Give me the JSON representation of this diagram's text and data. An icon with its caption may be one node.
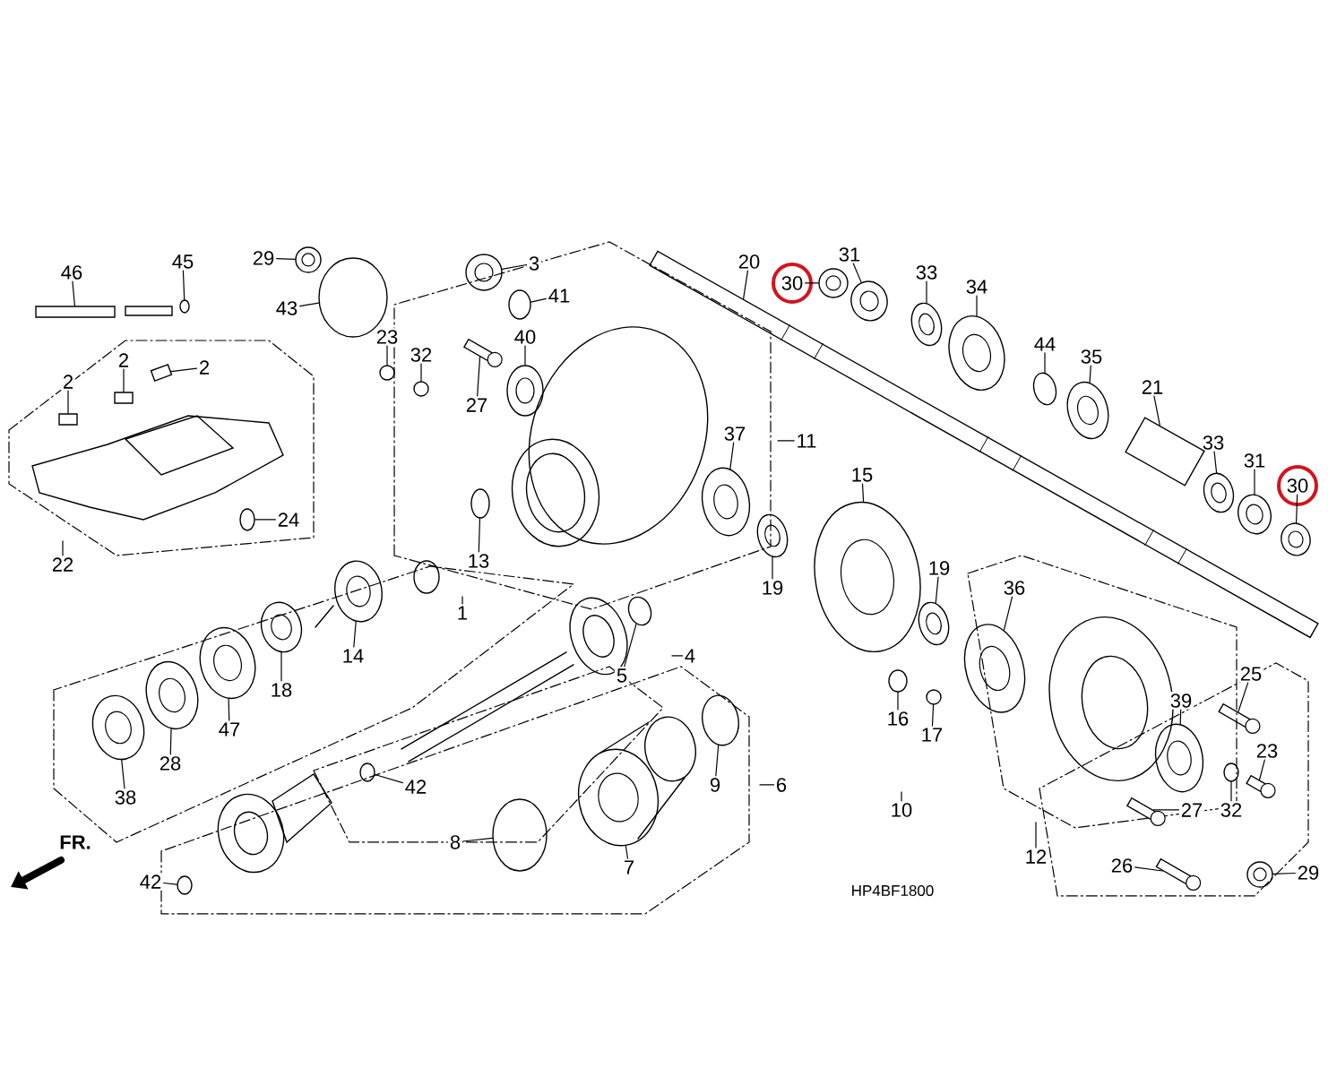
{
  "diagram": {
    "nodes": [
      {
        "text": [
          "46"
        ]
      },
      {
        "text": [
          "45"
        ]
      },
      {
        "text": [
          "29"
        ]
      },
      {
        "text": [
          "43"
        ]
      },
      {
        "text": [
          "3"
        ]
      },
      {
        "text": [
          "41"
        ]
      },
      {
        "text": [
          "23"
        ]
      },
      {
        "text": [
          "32"
        ]
      },
      {
        "text": [
          "40"
        ]
      },
      {
        "text": [
          "27"
        ]
      },
      {
        "text": [
          "37"
        ]
      },
      {
        "text": [
          "11"
        ]
      },
      {
        "text": [
          "2"
        ]
      },
      {
        "text": [
          "2"
        ]
      },
      {
        "text": [
          "2"
        ]
      },
      {
        "text": [
          "22"
        ]
      },
      {
        "text": [
          "24"
        ]
      },
      {
        "text": [
          "13"
        ]
      },
      {
        "text": [
          "1"
        ]
      },
      {
        "text": [
          "14"
        ]
      },
      {
        "text": [
          "18"
        ]
      },
      {
        "text": [
          "47"
        ]
      },
      {
        "text": [
          "28"
        ]
      },
      {
        "text": [
          "38"
        ]
      },
      {
        "text": [
          "5"
        ]
      },
      {
        "text": [
          "4"
        ]
      },
      {
        "text": [
          "42"
        ]
      },
      {
        "text": [
          "9"
        ]
      },
      {
        "text": [
          "6"
        ]
      },
      {
        "text": [
          "8"
        ]
      },
      {
        "text": [
          "7"
        ]
      },
      {
        "text": [
          "42"
        ]
      },
      {
        "text": [
          "20"
        ]
      },
      {
        "text": [
          "30"
        ]
      },
      {
        "text": [
          "31"
        ]
      },
      {
        "text": [
          "33"
        ]
      },
      {
        "text": [
          "34"
        ]
      },
      {
        "text": [
          "44"
        ]
      },
      {
        "text": [
          "35"
        ]
      },
      {
        "text": [
          "21"
        ]
      },
      {
        "text": [
          "33"
        ]
      },
      {
        "text": [
          "31"
        ]
      },
      {
        "text": [
          "30"
        ]
      },
      {
        "text": [
          "15"
        ]
      },
      {
        "text": [
          "19"
        ]
      },
      {
        "text": [
          "19"
        ]
      },
      {
        "text": [
          "36"
        ]
      },
      {
        "text": [
          "25"
        ]
      },
      {
        "text": [
          "16"
        ]
      },
      {
        "text": [
          "17"
        ]
      },
      {
        "text": [
          "39"
        ]
      },
      {
        "text": [
          "23"
        ]
      },
      {
        "text": [
          "27"
        ]
      },
      {
        "text": [
          "32"
        ]
      },
      {
        "text": [
          "10"
        ]
      },
      {
        "text": [
          "12"
        ]
      },
      {
        "text": [
          "26"
        ]
      },
      {
        "text": [
          "29"
        ]
      },
      {
        "text": [],
        "shape": "box"
      },
      {
        "text": [],
        "shape": "circle"
      },
      {
        "text": [],
        "shape": "picture"
      },
      {
        "text": [],
        "shape": "circle"
      },
      {
        "text": [],
        "shape": "picture"
      },
      {
        "text": [],
        "shape": "circle"
      },
      {
        "text": [],
        "shape": "circle"
      },
      {
        "text": [],
        "shape": "circle"
      },
      {
        "text": [],
        "shape": "picture"
      },
      {
        "text": [],
        "shape": "picture"
      },
      {
        "text": [],
        "shape": "picture"
      },
      {
        "text": [],
        "shape": "box"
      },
      {
        "text": [],
        "shape": "box"
      },
      {
        "text": [],
        "shape": "box"
      },
      {
        "text": [],
        "shape": "circle"
      },
      {
        "text": [],
        "shape": "circle"
      },
      {
        "text": [],
        "shape": "picture"
      },
      {
        "text": [],
        "shape": "picture"
      },
      {
        "text": [],
        "shape": "picture"
      },
      {
        "text": [],
        "shape": "picture"
      },
      {
        "text": [],
        "shape": "picture"
      },
      {
        "text": [],
        "shape": "circle"
      },
      {
        "text": [],
        "shape": "circle"
      },
      {
        "text": [],
        "shape": "circle"
      },
      {
        "text": [],
        "shape": "circle"
      },
      {
        "text": [],
        "shape": "picture"
      },
      {
        "text": [],
        "shape": "circle"
      },
      {
        "text": [],
        "shape": "picture"
      },
      {
        "text": [],
        "shape": "picture"
      },
      {
        "text": [],
        "shape": "picture"
      },
      {
        "text": [],
        "shape": "picture"
      },
      {
        "text": [],
        "shape": "picture"
      },
      {
        "text": [],
        "shape": "circle"
      },
      {
        "text": [],
        "shape": "picture"
      },
      {
        "text": [],
        "shape": "box"
      },
      {
        "text": [],
        "shape": "picture"
      },
      {
        "text": [],
        "shape": "picture"
      },
      {
        "text": [],
        "shape": "picture"
      },
      {
        "text": [],
        "shape": "picture"
      },
      {
        "text": [],
        "shape": "picture"
      },
      {
        "text": [],
        "shape": "picture"
      },
      {
        "text": [],
        "shape": "picture"
      },
      {
        "text": [],
        "shape": "picture"
      },
      {
        "text": [],
        "shape": "circle"
      },
      {
        "text": [],
        "shape": "circle"
      },
      {
        "text": [],
        "shape": "picture"
      },
      {
        "text": [],
        "shape": "picture"
      },
      {
        "text": [],
        "shape": "picture"
      },
      {
        "text": [],
        "shape": "circle"
      },
      {
        "text": [],
        "shape": "picture"
      },
      {
        "text": [],
        "shape": "picture"
      }
    ],
    "edges": [
      {
        "from": 0,
        "to": 58,
        "arrow": "none"
      },
      {
        "from": 1,
        "to": 59,
        "arrow": "none"
      },
      {
        "from": 2,
        "to": 60,
        "arrow": "none"
      },
      {
        "from": 3,
        "to": 61,
        "arrow": "none"
      },
      {
        "from": 4,
        "to": 62,
        "arrow": "none"
      },
      {
        "from": 5,
        "to": 63,
        "arrow": "none"
      },
      {
        "from": 6,
        "to": 64,
        "arrow": "none"
      },
      {
        "from": 7,
        "to": 65,
        "arrow": "none"
      },
      {
        "from": 8,
        "to": 66,
        "arrow": "none"
      },
      {
        "from": 9,
        "to": 67,
        "arrow": "none"
      },
      {
        "from": 10,
        "to": 68,
        "arrow": "none"
      },
      {
        "from": 11,
        "to": null,
        "arrow": "none"
      },
      {
        "from": 12,
        "to": 69,
        "arrow": "none"
      },
      {
        "from": 13,
        "to": 70,
        "arrow": "none"
      },
      {
        "from": 14,
        "to": 71,
        "arrow": "none"
      },
      {
        "from": 15,
        "to": null,
        "arrow": "none"
      },
      {
        "from": 16,
        "to": 72,
        "arrow": "none"
      },
      {
        "from": 17,
        "to": 73,
        "arrow": "none"
      },
      {
        "from": 18,
        "to": null,
        "arrow": "none"
      },
      {
        "from": 19,
        "to": 74,
        "arrow": "none"
      },
      {
        "from": 20,
        "to": 75,
        "arrow": "none"
      },
      {
        "from": 21,
        "to": 76,
        "arrow": "none"
      },
      {
        "from": 22,
        "to": 77,
        "arrow": "none"
      },
      {
        "from": 23,
        "to": 78,
        "arrow": "none"
      },
      {
        "from": 24,
        "to": 79,
        "arrow": "none"
      },
      {
        "from": 25,
        "to": null,
        "arrow": "none"
      },
      {
        "from": 26,
        "to": 80,
        "arrow": "none"
      },
      {
        "from": 27,
        "to": 81,
        "arrow": "none"
      },
      {
        "from": 28,
        "to": null,
        "arrow": "none"
      },
      {
        "from": 29,
        "to": 82,
        "arrow": "none"
      },
      {
        "from": 30,
        "to": 83,
        "arrow": "none"
      },
      {
        "from": 31,
        "to": 84,
        "arrow": "none"
      },
      {
        "from": 32,
        "to": 85,
        "arrow": "none"
      },
      {
        "from": 33,
        "to": 86,
        "arrow": "none"
      },
      {
        "from": 34,
        "to": 87,
        "arrow": "none"
      },
      {
        "from": 35,
        "to": 88,
        "arrow": "none"
      },
      {
        "from": 36,
        "to": 89,
        "arrow": "none"
      },
      {
        "from": 37,
        "to": 90,
        "arrow": "none"
      },
      {
        "from": 38,
        "to": 91,
        "arrow": "none"
      },
      {
        "from": 39,
        "to": 92,
        "arrow": "none"
      },
      {
        "from": 40,
        "to": 93,
        "arrow": "none"
      },
      {
        "from": 41,
        "to": 94,
        "arrow": "none"
      },
      {
        "from": 42,
        "to": 95,
        "arrow": "none"
      },
      {
        "from": 43,
        "to": 96,
        "arrow": "none"
      },
      {
        "from": 44,
        "to": 97,
        "arrow": "none"
      },
      {
        "from": 45,
        "to": 98,
        "arrow": "none"
      },
      {
        "from": 46,
        "to": 99,
        "arrow": "none"
      },
      {
        "from": 47,
        "to": 100,
        "arrow": "none"
      },
      {
        "from": 48,
        "to": 101,
        "arrow": "none"
      },
      {
        "from": 49,
        "to": 102,
        "arrow": "none"
      },
      {
        "from": 50,
        "to": 103,
        "arrow": "none"
      },
      {
        "from": 51,
        "to": 104,
        "arrow": "none"
      },
      {
        "from": 52,
        "to": 105,
        "arrow": "none"
      },
      {
        "from": 53,
        "to": 106,
        "arrow": "none"
      },
      {
        "from": 54,
        "to": null,
        "arrow": "none"
      },
      {
        "from": 55,
        "to": null,
        "arrow": "none"
      },
      {
        "from": 56,
        "to": 107,
        "arrow": "none"
      },
      {
        "from": 57,
        "to": 108,
        "arrow": "none"
      }
    ],
    "labels": [
      "FR.",
      "HP4BF1800"
    ]
  }
}
